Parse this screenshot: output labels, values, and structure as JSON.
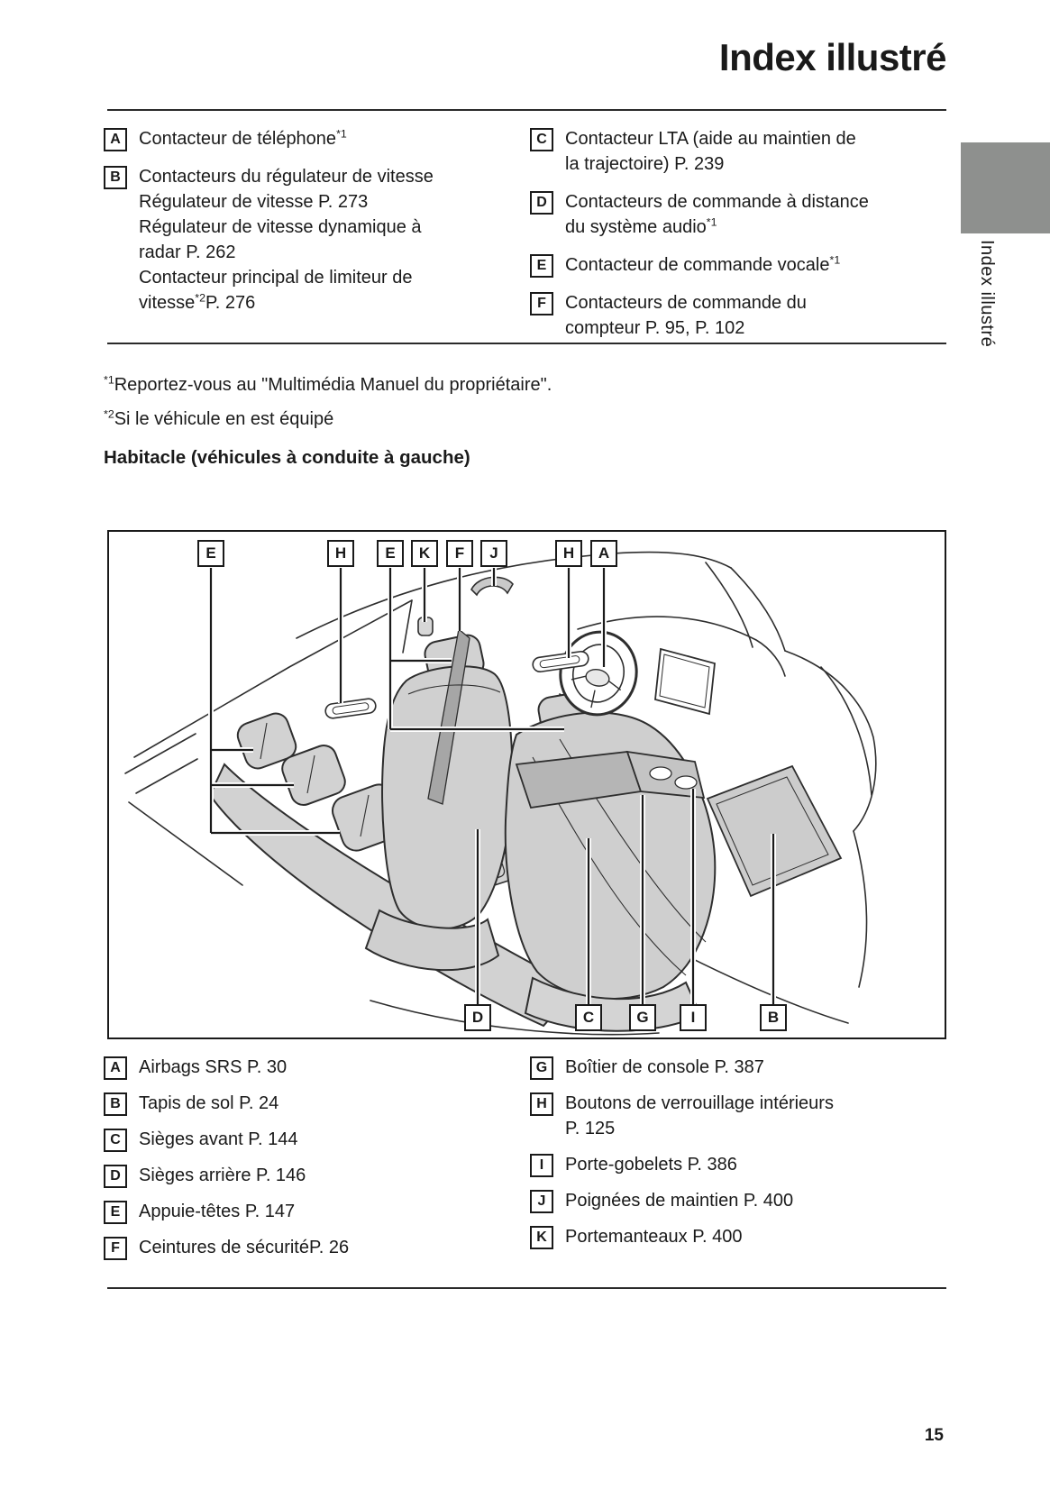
{
  "page": {
    "title": "Index illustré",
    "side_tab_label": "Index illustré",
    "section_heading": "Habitacle (véhicules à conduite à gauche)",
    "page_number": "15",
    "footnotes": [
      {
        "marker": "*1",
        "text": "Reportez-vous au \"Multimédia Manuel du propriétaire\"."
      },
      {
        "marker": "*2",
        "text": "Si le véhicule en est équipé"
      }
    ]
  },
  "colors": {
    "side_tab_gray": "#8e908e",
    "seat_fill": "#d2d2d2",
    "console_fill": "#b5b5b5",
    "line_color": "#2e2e2e"
  },
  "top_list": {
    "left": [
      {
        "key": "A",
        "lines": [
          [
            {
              "t": "Contacteur de téléphone"
            },
            {
              "s": "*1"
            }
          ]
        ]
      },
      {
        "key": "B",
        "lines": [
          [
            {
              "t": "Contacteurs du régulateur de vitesse"
            }
          ],
          [
            {
              "t": "Régulateur de vitesse P. 273"
            }
          ],
          [
            {
              "t": "Régulateur de vitesse dynamique à"
            }
          ],
          [
            {
              "t": "radar P. 262"
            }
          ],
          [
            {
              "t": "Contacteur principal de limiteur de"
            }
          ],
          [
            {
              "t": "vitesse"
            },
            {
              "s": "*2"
            },
            {
              "t": "P. 276"
            }
          ]
        ]
      }
    ],
    "right": [
      {
        "key": "C",
        "lines": [
          [
            {
              "t": "Contacteur LTA (aide au maintien de"
            }
          ],
          [
            {
              "t": "la trajectoire) P. 239"
            }
          ]
        ]
      },
      {
        "key": "D",
        "lines": [
          [
            {
              "t": "Contacteurs de commande à distance"
            }
          ],
          [
            {
              "t": "du système audio"
            },
            {
              "s": "*1"
            }
          ]
        ]
      },
      {
        "key": "E",
        "lines": [
          [
            {
              "t": "Contacteur de commande vocale"
            },
            {
              "s": "*1"
            }
          ]
        ]
      },
      {
        "key": "F",
        "lines": [
          [
            {
              "t": "Contacteurs de commande du"
            }
          ],
          [
            {
              "t": "compteur P. 95, P. 102"
            }
          ]
        ]
      }
    ]
  },
  "figure": {
    "description": "car-interior-illustration",
    "top_labels": [
      "E",
      "H",
      "E",
      "K",
      "F",
      "J",
      "H",
      "A"
    ],
    "bottom_labels": [
      "D",
      "C",
      "G",
      "I",
      "B"
    ]
  },
  "bottom_list": {
    "left": [
      {
        "key": "A",
        "lines": [
          [
            {
              "t": "Airbags SRS P. 30"
            }
          ]
        ]
      },
      {
        "key": "B",
        "lines": [
          [
            {
              "t": "Tapis de sol P. 24"
            }
          ]
        ]
      },
      {
        "key": "C",
        "lines": [
          [
            {
              "t": "Sièges avant P. 144"
            }
          ]
        ]
      },
      {
        "key": "D",
        "lines": [
          [
            {
              "t": "Sièges arrière P. 146"
            }
          ]
        ]
      },
      {
        "key": "E",
        "lines": [
          [
            {
              "t": "Appuie-têtes P. 147"
            }
          ]
        ]
      },
      {
        "key": "F",
        "lines": [
          [
            {
              "t": "Ceintures de sécuritéP. 26"
            }
          ]
        ]
      }
    ],
    "right": [
      {
        "key": "G",
        "lines": [
          [
            {
              "t": "Boîtier de console P. 387"
            }
          ]
        ]
      },
      {
        "key": "H",
        "lines": [
          [
            {
              "t": "Boutons de verrouillage intérieurs"
            }
          ],
          [
            {
              "t": "P. 125"
            }
          ]
        ]
      },
      {
        "key": "I",
        "lines": [
          [
            {
              "t": "Porte-gobelets P. 386"
            }
          ]
        ]
      },
      {
        "key": "J",
        "lines": [
          [
            {
              "t": "Poignées de maintien P. 400"
            }
          ]
        ]
      },
      {
        "key": "K",
        "lines": [
          [
            {
              "t": "Portemanteaux P. 400"
            }
          ]
        ]
      }
    ]
  }
}
